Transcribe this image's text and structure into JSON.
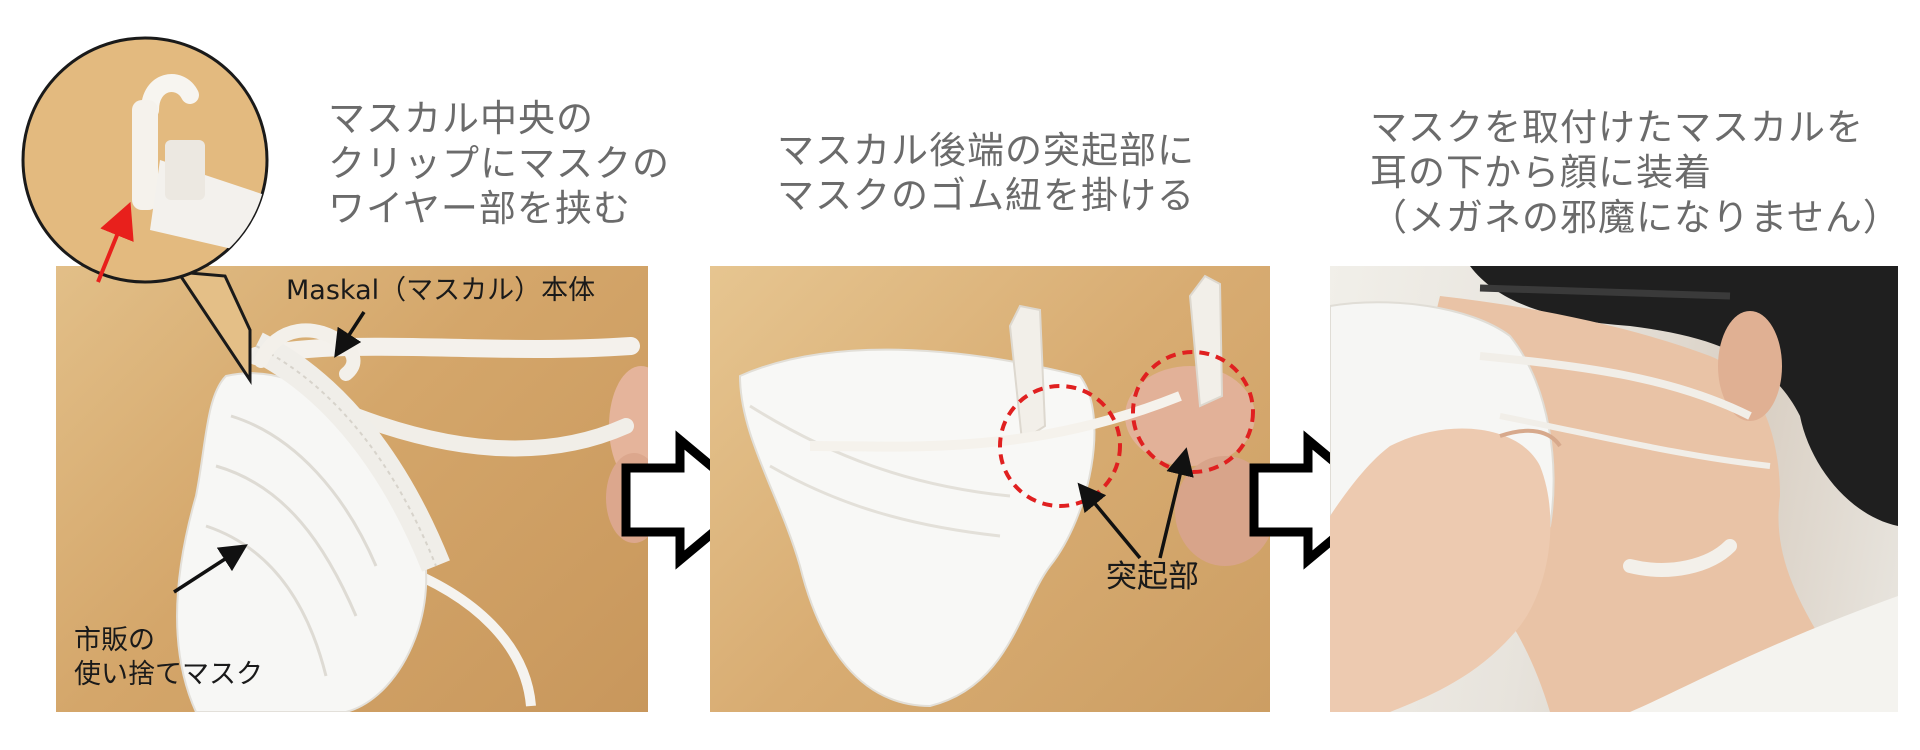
{
  "steps": [
    {
      "lines": [
        "マスカル中央の",
        "クリップにマスクの",
        "ワイヤー部を挟む"
      ]
    },
    {
      "lines": [
        "マスカル後端の突起部に",
        "マスクのゴム紐を掛ける"
      ]
    },
    {
      "lines": [
        "マスクを取付けたマスカルを",
        "耳の下から顔に装着",
        "（メガネの邪魔になりません）"
      ]
    }
  ],
  "labels": {
    "body": "Maskal（マスカル）本体",
    "mask_lines": [
      "市販の",
      "使い捨てマスク"
    ],
    "protrusion": "突起部"
  },
  "colors": {
    "caption_text": "#6b6b6b",
    "label_text": "#1a1a1a",
    "highlight_circle": "#e02020",
    "highlight_arrow": "#e8201c",
    "callout_border": "#1a1a1a",
    "step_arrow_fill": "#ffffff",
    "step_arrow_stroke": "#000000"
  }
}
